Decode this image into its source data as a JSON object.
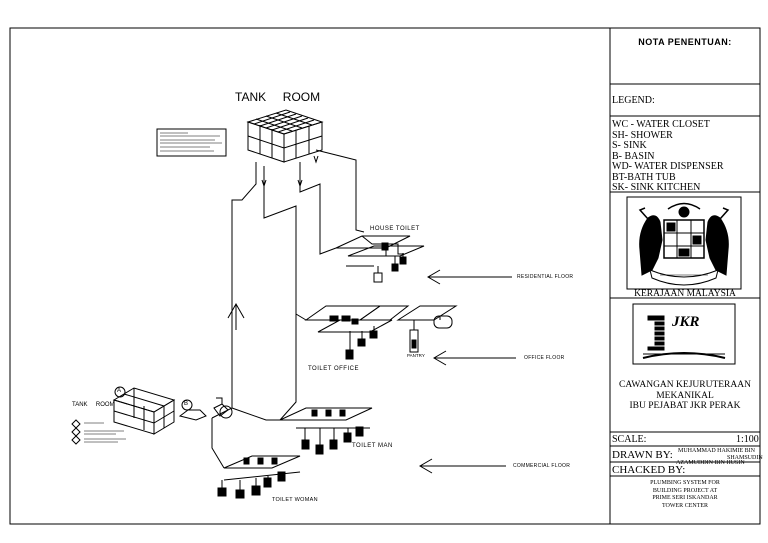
{
  "title_block": {
    "heading": "NOTA PENENTUAN:",
    "legend_title": "LEGEND:",
    "legend_items": [
      "WC - WATER CLOSET",
      "SH- SHOWER",
      "S- SINK",
      "B- BASIN",
      "WD- WATER DISPENSER",
      "BT-BATH TUB",
      "SK- SINK KITCHEN"
    ],
    "govt_name": "KERAJAAN MALAYSIA",
    "jkr_logo_text": "JKR",
    "dept_lines": [
      "CAWANGAN KEJURUTERAAN",
      "MEKANIKAL",
      "IBU PEJABAT JKR PERAK"
    ],
    "scale_label": "SCALE:",
    "scale_value": "1:100",
    "drawn_by_label": "DRAWN BY:",
    "drawn_by_name_1": "MUHAMMAD HAKIMIE BIN",
    "drawn_by_name_2": "SHAMSUDIN",
    "checked_by_label": "CHACKED BY:",
    "checked_by_name": "AZAMUDDIN BIN HUSIN",
    "project_lines": [
      "PLUMBING SYSTEM FOR",
      "BUILDING PROJECT AT",
      "PRIME SERI ISKANDAR",
      "TOWER CENTER"
    ]
  },
  "drawing": {
    "tank_room_top": "TANK     ROOM",
    "tank_room_bottom": "TANK     ROOM",
    "house_toilet": "HOUSE  TOILET",
    "residential_floor": "RESIDENTIAL FLOOR",
    "pantry": "PANTRY",
    "toilet_office": "TOILET  OFFICE",
    "office_floor": "OFFICE FLOOR",
    "toilet_man": "TOILET  MAN",
    "toilet_woman": "TOILET WOMAN",
    "commercial_floor": "COMMERCIAL FLOOR",
    "marker_a": "A",
    "marker_b": "B"
  },
  "colors": {
    "line": "#000000",
    "background": "#ffffff"
  }
}
